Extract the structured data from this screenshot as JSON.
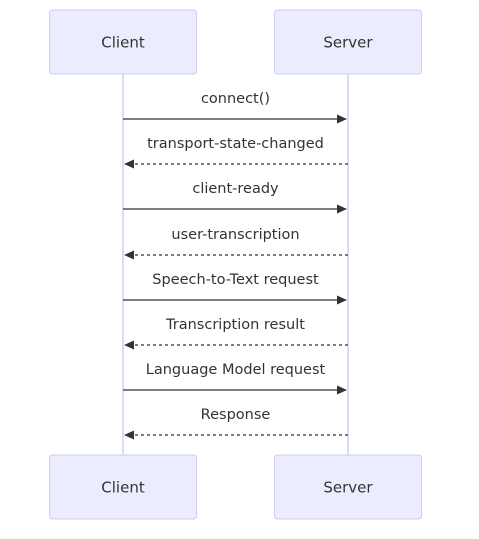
{
  "participants": [
    {
      "id": "client",
      "label": "Client"
    },
    {
      "id": "server",
      "label": "Server"
    }
  ],
  "messages": [
    {
      "from": "client",
      "to": "server",
      "label": "connect()",
      "style": "solid"
    },
    {
      "from": "server",
      "to": "client",
      "label": "transport-state-changed",
      "style": "dashed"
    },
    {
      "from": "client",
      "to": "server",
      "label": "client-ready",
      "style": "solid"
    },
    {
      "from": "server",
      "to": "client",
      "label": "user-transcription",
      "style": "dashed"
    },
    {
      "from": "client",
      "to": "server",
      "label": "Speech-to-Text request",
      "style": "solid"
    },
    {
      "from": "server",
      "to": "client",
      "label": "Transcription result",
      "style": "dashed"
    },
    {
      "from": "client",
      "to": "server",
      "label": "Language Model request",
      "style": "solid"
    },
    {
      "from": "server",
      "to": "client",
      "label": "Response",
      "style": "dashed"
    }
  ],
  "colors": {
    "actor_fill": "#ECECFF",
    "actor_stroke": "#CDCDF3",
    "lifeline": "#C9C9EE",
    "text": "#333333"
  }
}
